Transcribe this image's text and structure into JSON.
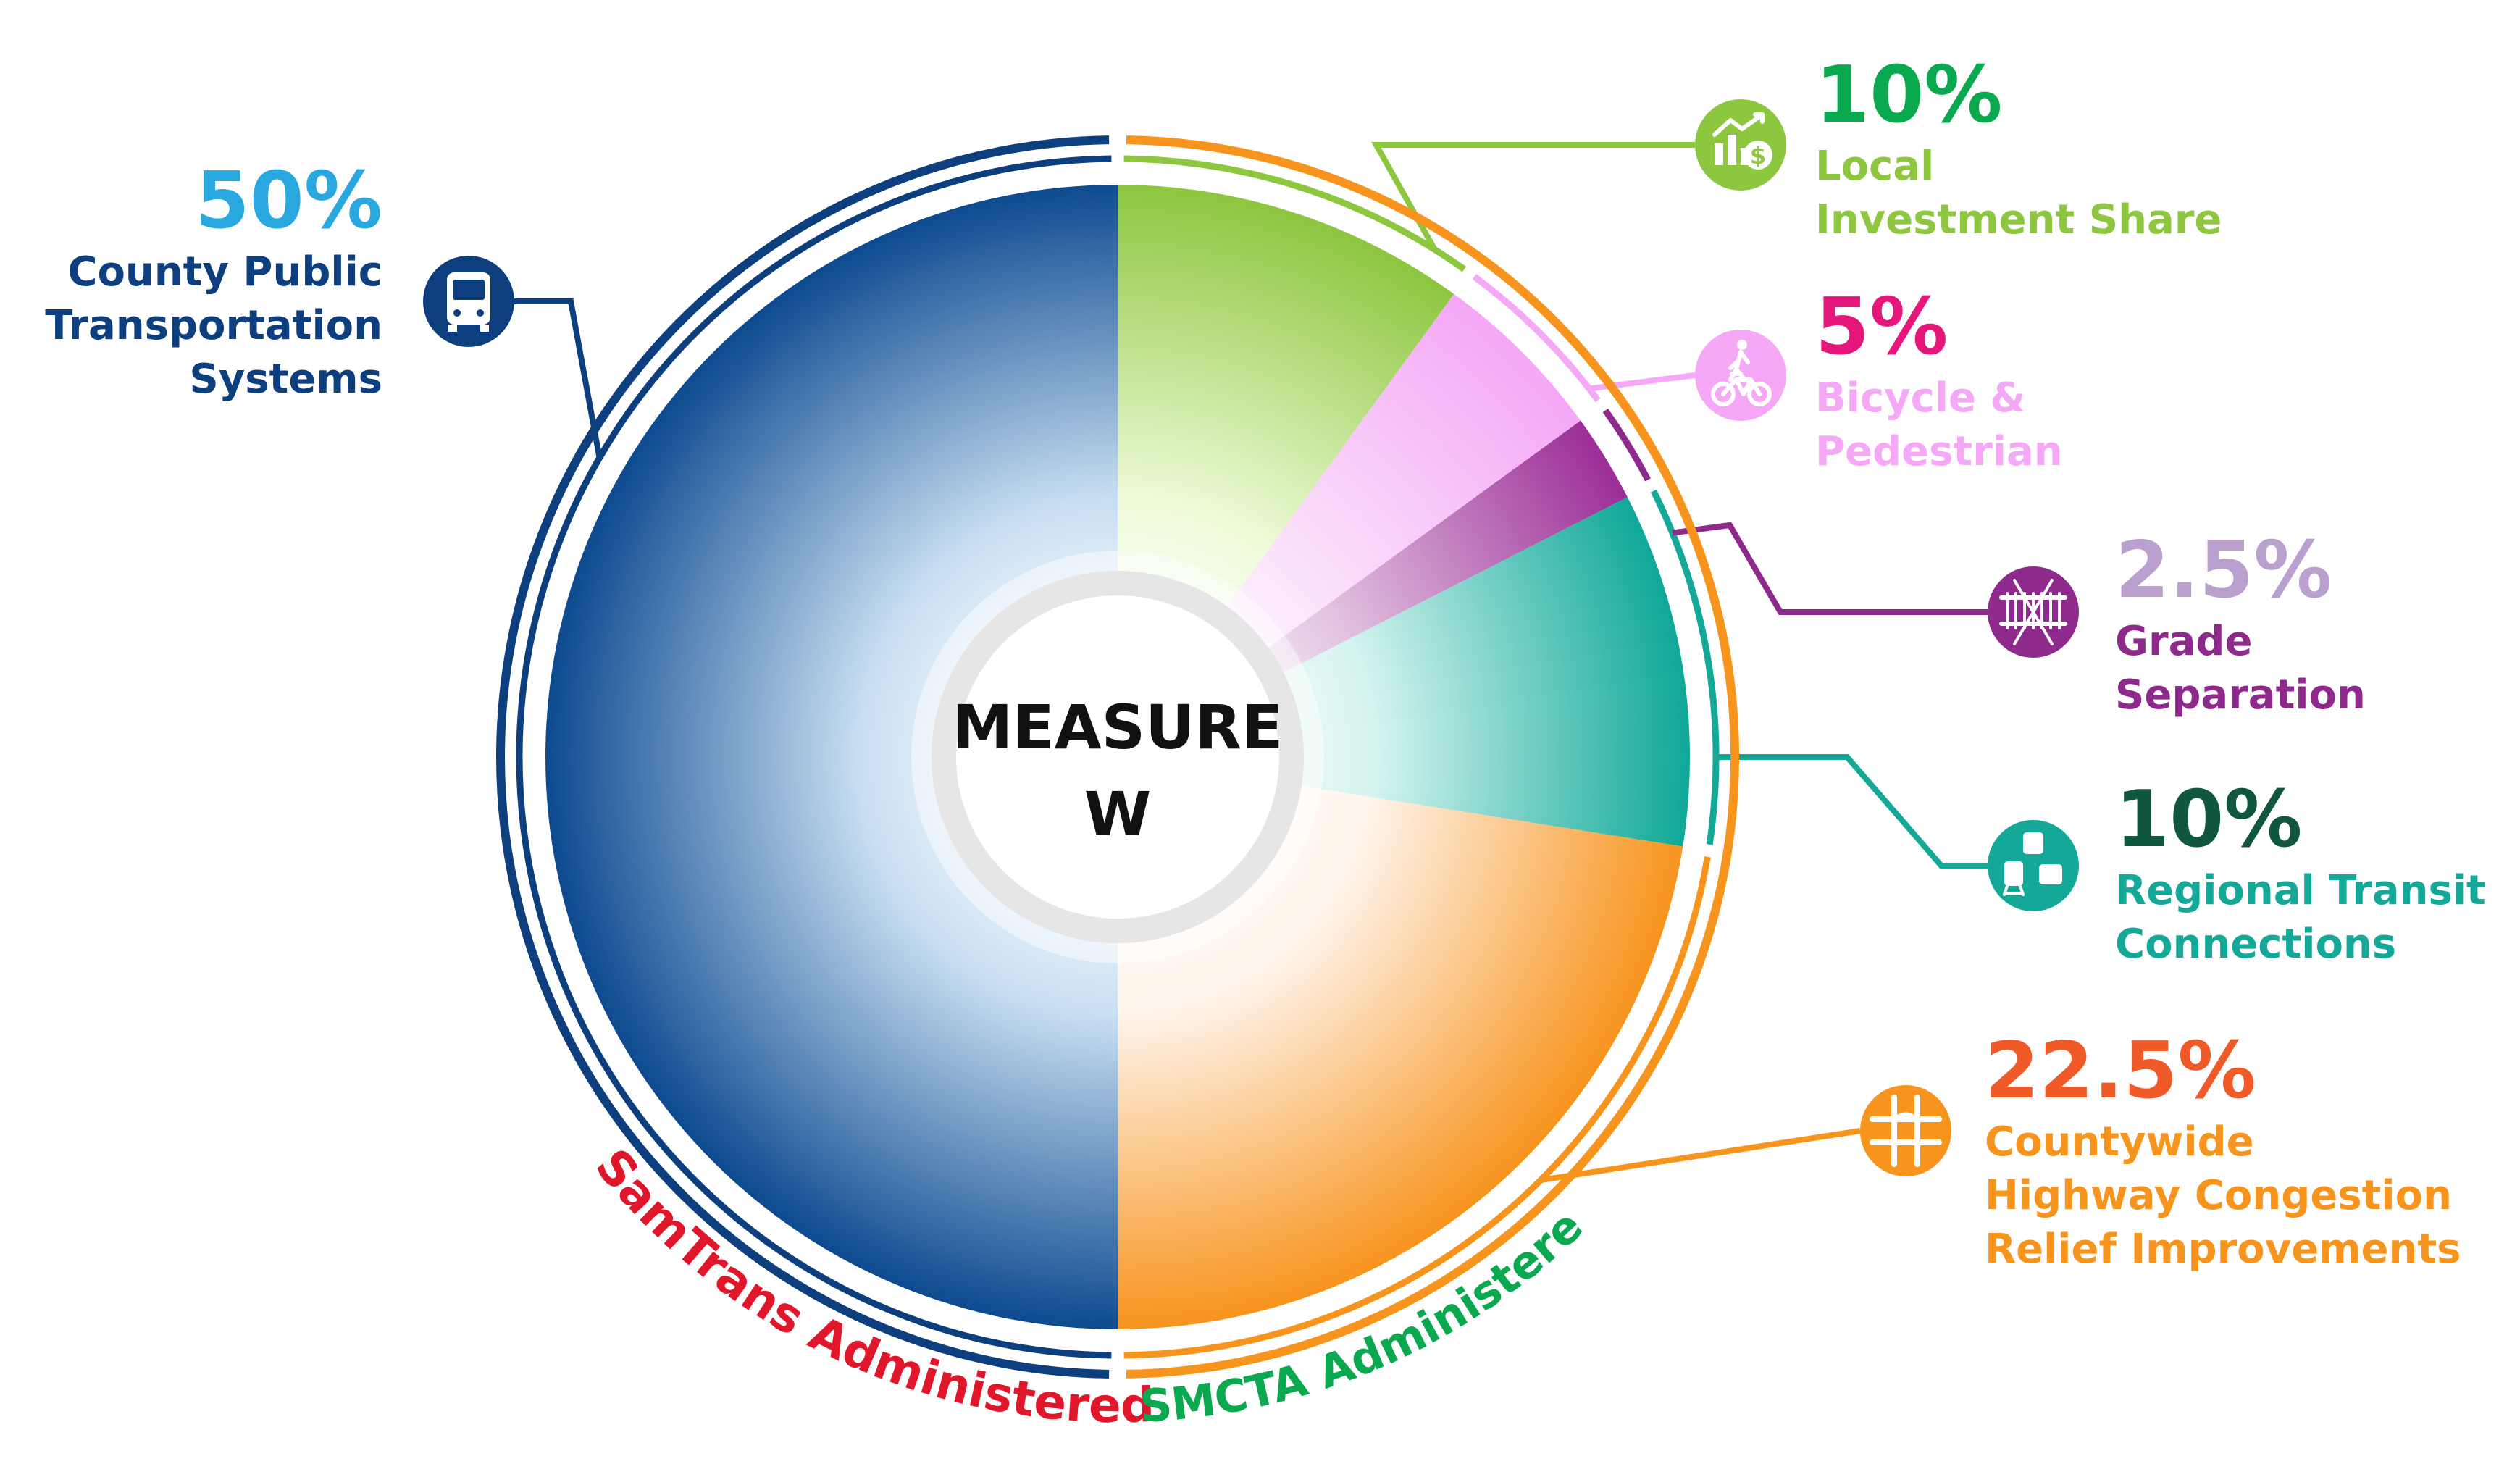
{
  "chart_data": {
    "type": "pie",
    "center_label": [
      "MEASURE",
      "W"
    ],
    "slices": [
      {
        "pct_label": "10%",
        "label_lines": [
          "Local",
          "Investment Share"
        ],
        "value": 10,
        "icon": "investment-icon",
        "fill_dark": "#8dc63f",
        "fill_light": "#eefbd8",
        "pct_color": "#0aa84f",
        "text_color": "#8dc63f",
        "line_color": "#8dc63f"
      },
      {
        "pct_label": "5%",
        "label_lines": [
          "Bicycle &",
          "Pedestrian"
        ],
        "value": 5,
        "icon": "bicycle-pedestrian-icon",
        "fill_dark": "#f4a8f6",
        "fill_light": "#fbe3fb",
        "pct_color": "#e6177a",
        "text_color": "#f4a8f6",
        "line_color": "#f4a8f6"
      },
      {
        "pct_label": "2.5%",
        "label_lines": [
          "Grade",
          "Separation"
        ],
        "value": 2.5,
        "icon": "railroad-crossing-icon",
        "fill_dark": "#9b2e97",
        "fill_light": "#e2c2e1",
        "pct_color": "#b9a0cf",
        "text_color": "#8e2a8c",
        "line_color": "#8e2a8c"
      },
      {
        "pct_label": "10%",
        "label_lines": [
          "Regional Transit",
          "Connections"
        ],
        "value": 10,
        "icon": "regional-transit-icon",
        "fill_dark": "#0fa898",
        "fill_light": "#d5f4f0",
        "pct_color": "#115740",
        "text_color": "#14a898",
        "line_color": "#14a898"
      },
      {
        "pct_label": "22.5%",
        "label_lines": [
          "Countywide",
          "Highway Congestion",
          "Relief Improvements"
        ],
        "value": 22.5,
        "icon": "highway-interchange-icon",
        "fill_dark": "#f7941d",
        "fill_light": "#fff4ea",
        "pct_color": "#f05a28",
        "text_color": "#f7941d",
        "line_color": "#f7941d"
      },
      {
        "pct_label": "50%",
        "label_lines": [
          "County Public",
          "Transportation",
          "Systems"
        ],
        "value": 50,
        "icon": "bus-icon",
        "fill_dark": "#0d4a8f",
        "fill_light": "#c8dff2",
        "pct_color": "#29a8e0",
        "text_color": "#0d3f7e",
        "line_color": "#0d3f7e"
      }
    ],
    "groups": [
      {
        "label": "SamTrans Administered",
        "color": "#e0162b",
        "arc_color": "#0d3f7e"
      },
      {
        "label": "SMCTA Administered",
        "color": "#0aa84f",
        "arc_color": "#f7941d"
      }
    ]
  }
}
